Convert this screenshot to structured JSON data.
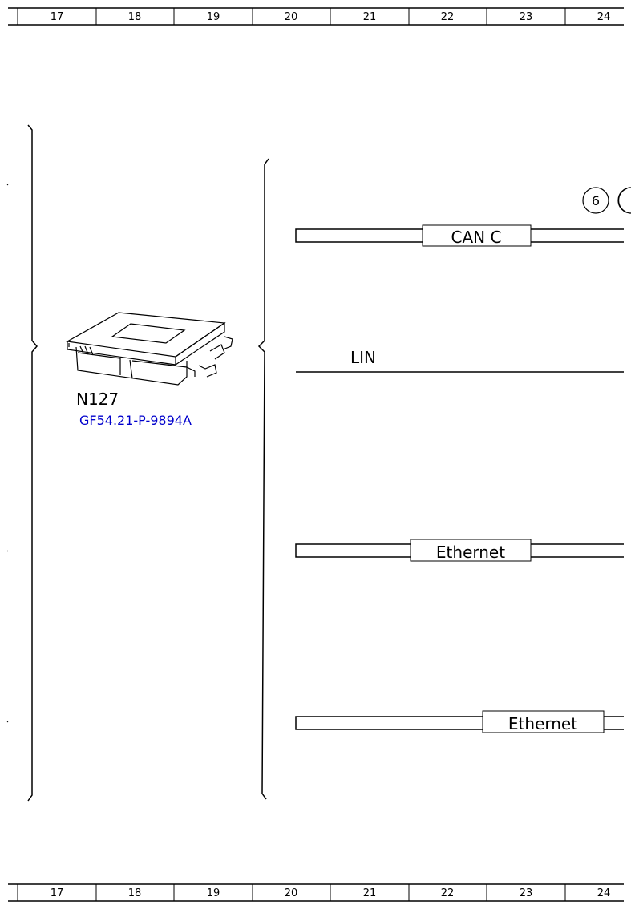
{
  "grid": {
    "columns": [
      "17",
      "18",
      "19",
      "20",
      "21",
      "22",
      "23",
      "24"
    ]
  },
  "component": {
    "code": "N127",
    "reference_link": "GF54.21-P-9894A"
  },
  "buses": {
    "can_c": "CAN C",
    "lin": "LIN",
    "ethernet_1": "Ethernet",
    "ethernet_2": "Ethernet"
  },
  "connector": {
    "number": "6"
  }
}
